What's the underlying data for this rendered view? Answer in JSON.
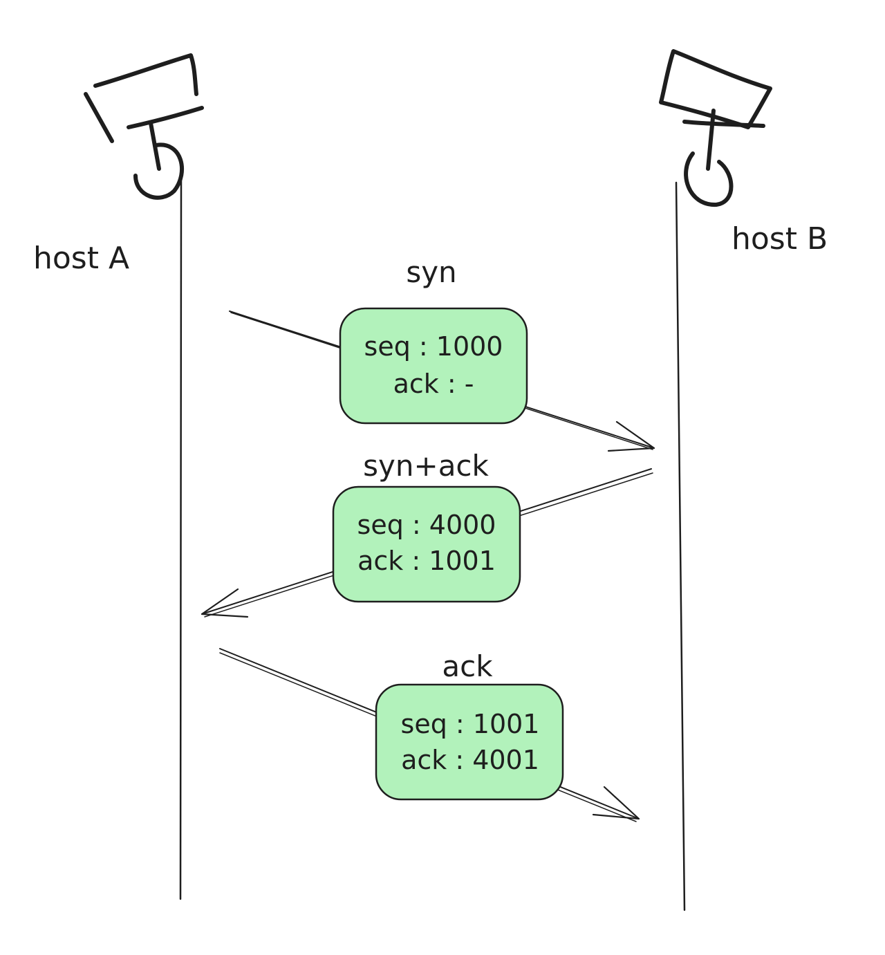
{
  "hosts": {
    "a": {
      "label": "host A"
    },
    "b": {
      "label": "host B"
    }
  },
  "messages": [
    {
      "title": "syn",
      "seq": "seq : 1000",
      "ack": "ack : -"
    },
    {
      "title": "syn+ack",
      "seq": "seq : 4000",
      "ack": "ack : 1001"
    },
    {
      "title": "ack",
      "seq": "seq : 1001",
      "ack": "ack : 4001"
    }
  ],
  "colors": {
    "box_fill": "#b2f2bb",
    "stroke": "#1e1e1e"
  },
  "icons": {
    "host_a": "camera-icon",
    "host_b": "camera-icon"
  }
}
